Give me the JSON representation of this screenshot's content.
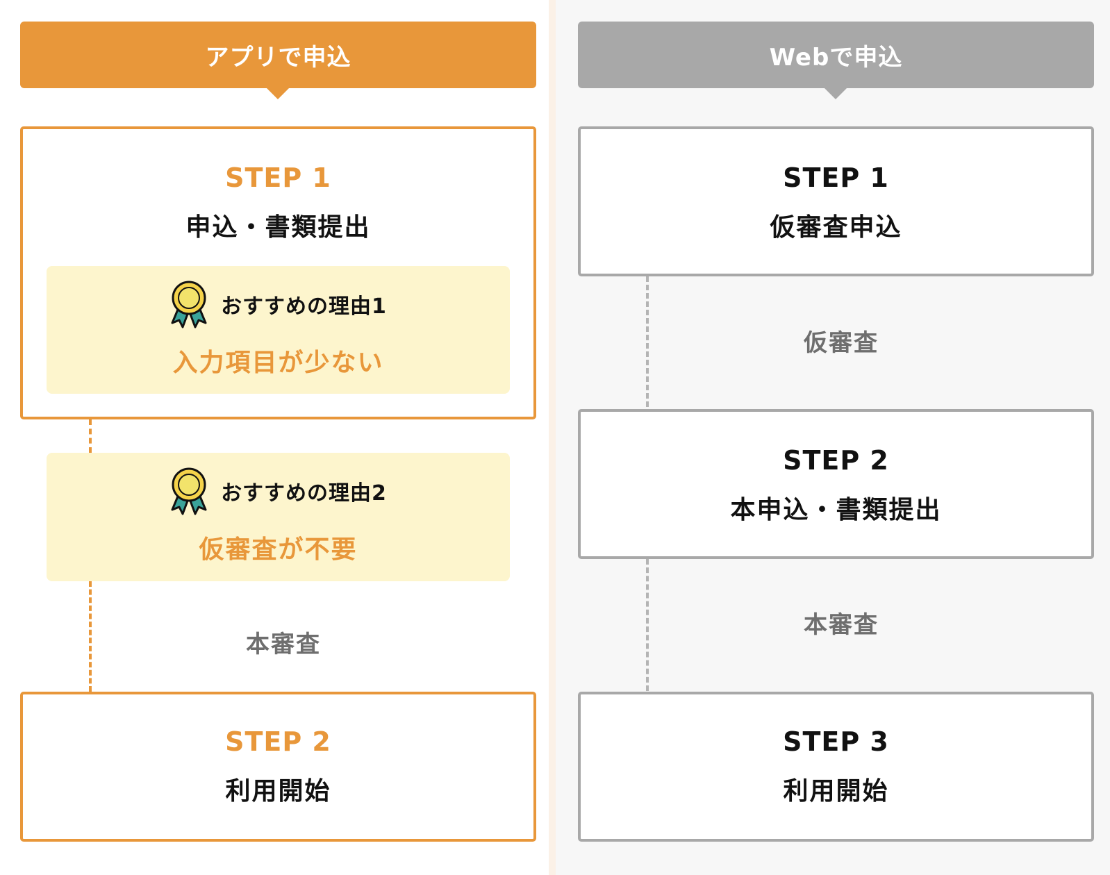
{
  "colors": {
    "app_accent": "#e8973a",
    "web_accent": "#a8a8a8",
    "reason_bg": "#fdf5cd",
    "review_text": "#6e6e6e"
  },
  "app": {
    "header": "アプリで申込",
    "step1": {
      "label": "STEP 1",
      "title": "申込・書類提出"
    },
    "reason1": {
      "icon": "medal-icon",
      "heading": "おすすめの理由1",
      "value": "入力項目が少ない"
    },
    "reason2": {
      "icon": "medal-icon",
      "heading": "おすすめの理由2",
      "value": "仮審査が不要"
    },
    "review": "本審査",
    "step2": {
      "label": "STEP 2",
      "title": "利用開始"
    }
  },
  "web": {
    "header": "Webで申込",
    "step1": {
      "label": "STEP 1",
      "title": "仮審査申込"
    },
    "review1": "仮審査",
    "step2": {
      "label": "STEP 2",
      "title": "本申込・書類提出"
    },
    "review2": "本審査",
    "step3": {
      "label": "STEP 3",
      "title": "利用開始"
    }
  }
}
